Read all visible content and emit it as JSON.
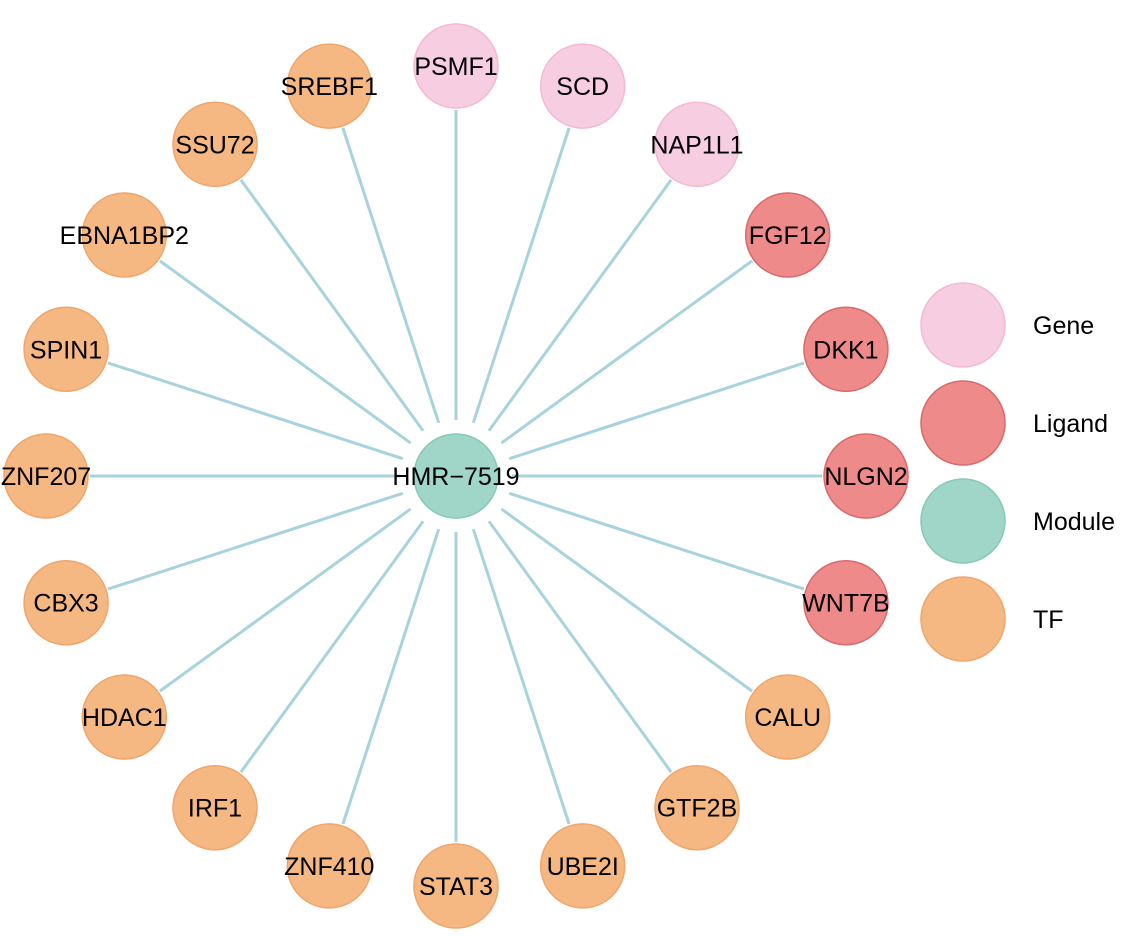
{
  "colors": {
    "Gene": "#f7cde2",
    "Ligand": "#ee8a8a",
    "Module": "#9fd6c8",
    "TF": "#f6b882",
    "edge": "#a8d3de",
    "stroke_Gene": "#f4b9d3",
    "stroke_Ligand": "#d96a6a",
    "stroke_Module": "#86c9b6",
    "stroke_TF": "#f0a56b"
  },
  "center": {
    "label": "HMR−7519",
    "type": "Module"
  },
  "nodes": [
    {
      "label": "PSMF1",
      "type": "Gene"
    },
    {
      "label": "SCD",
      "type": "Gene"
    },
    {
      "label": "NAP1L1",
      "type": "Gene"
    },
    {
      "label": "FGF12",
      "type": "Ligand"
    },
    {
      "label": "DKK1",
      "type": "Ligand"
    },
    {
      "label": "NLGN2",
      "type": "Ligand"
    },
    {
      "label": "WNT7B",
      "type": "Ligand"
    },
    {
      "label": "CALU",
      "type": "TF"
    },
    {
      "label": "GTF2B",
      "type": "TF"
    },
    {
      "label": "UBE2I",
      "type": "TF"
    },
    {
      "label": "STAT3",
      "type": "TF"
    },
    {
      "label": "ZNF410",
      "type": "TF"
    },
    {
      "label": "IRF1",
      "type": "TF"
    },
    {
      "label": "HDAC1",
      "type": "TF"
    },
    {
      "label": "CBX3",
      "type": "TF"
    },
    {
      "label": "ZNF207",
      "type": "TF"
    },
    {
      "label": "SPIN1",
      "type": "TF"
    },
    {
      "label": "EBNA1BP2",
      "type": "TF"
    },
    {
      "label": "SSU72",
      "type": "TF"
    },
    {
      "label": "SREBF1",
      "type": "TF"
    }
  ],
  "legend": [
    {
      "label": "Gene",
      "type": "Gene"
    },
    {
      "label": "Ligand",
      "type": "Ligand"
    },
    {
      "label": "Module",
      "type": "Module"
    },
    {
      "label": "TF",
      "type": "TF"
    }
  ]
}
